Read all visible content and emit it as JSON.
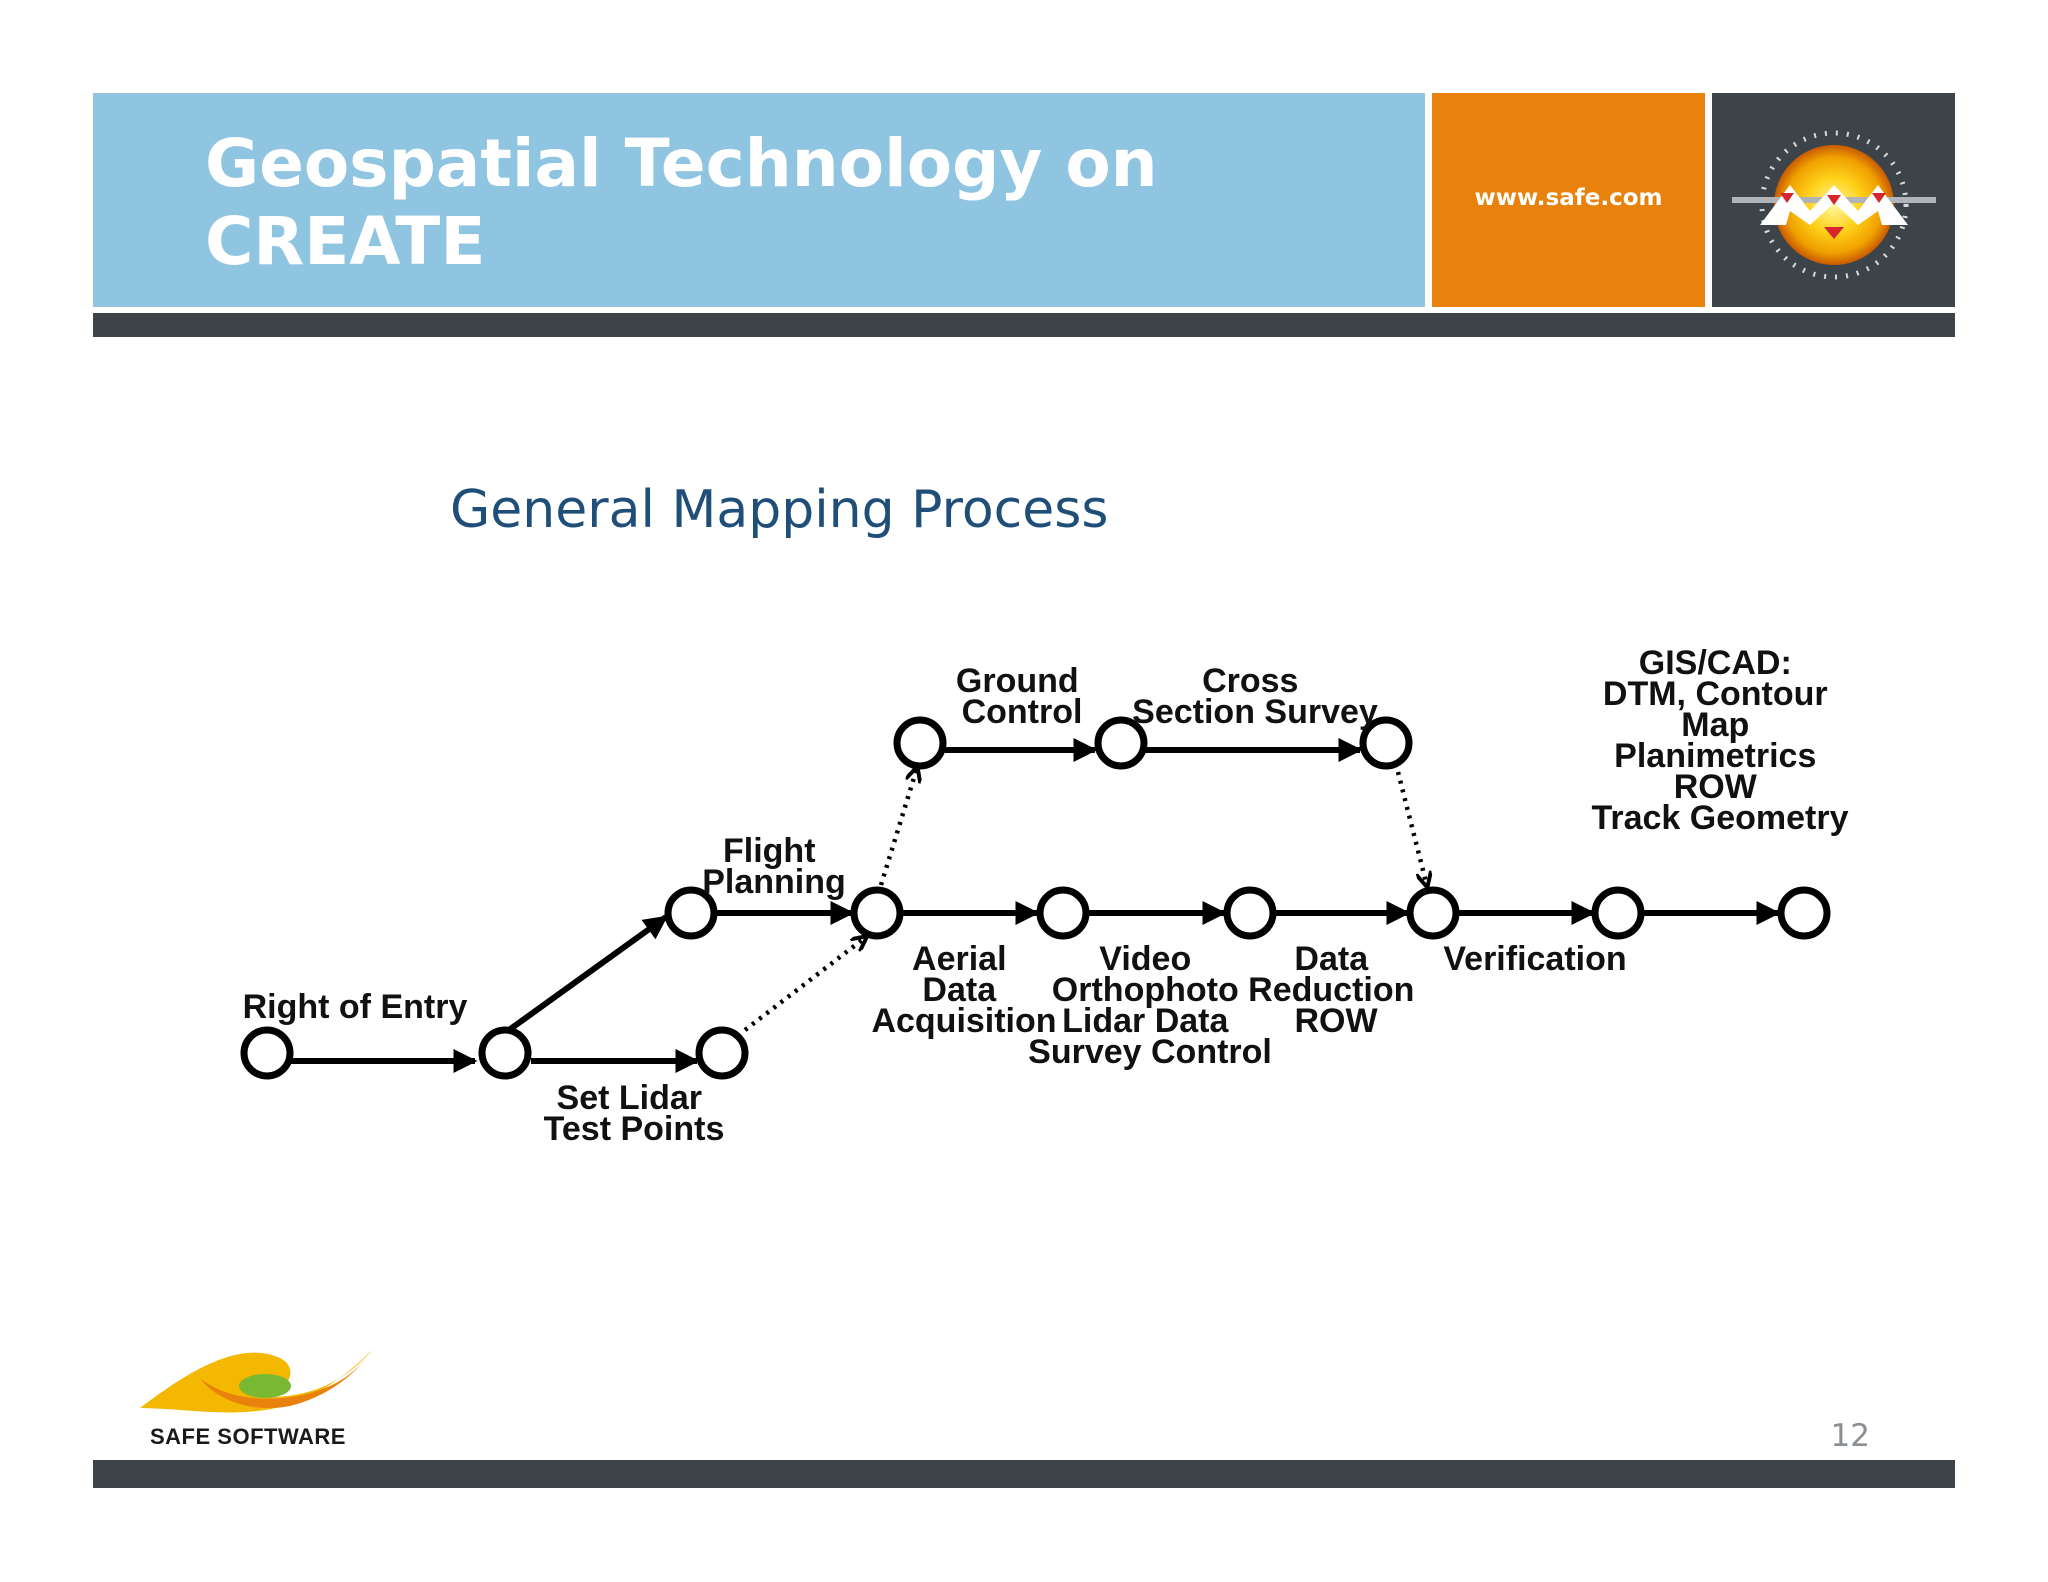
{
  "header": {
    "title": "Geospatial Technology on\nCREATE",
    "url": "www.safe.com",
    "logo_icon": "fme-logo-icon"
  },
  "slide": {
    "subtitle": "General Mapping Process",
    "page_number": "12"
  },
  "footer": {
    "company": "SAFE SOFTWARE",
    "logo_icon": "safe-software-swoosh-icon"
  },
  "diagram": {
    "labels": {
      "right_of_entry": [
        "Right of Entry"
      ],
      "set_lidar": [
        "Set Lidar",
        "Test Points"
      ],
      "flight_planning": [
        "Flight",
        "Planning"
      ],
      "ground_control": [
        "Ground",
        "Control"
      ],
      "cross_section": [
        "Cross",
        "Section Survey"
      ],
      "aerial": [
        "Aerial",
        "Data",
        "Acquisition"
      ],
      "video": [
        "Video",
        "Orthophoto",
        "Lidar Data",
        "Survey Control"
      ],
      "data_reduction": [
        "Data",
        "Reduction",
        "ROW"
      ],
      "verification": [
        "Verification"
      ],
      "gis_cad": [
        "GIS/CAD:",
        "DTM, Contour",
        "Map",
        "Planimetrics",
        "ROW",
        "Track Geometry"
      ]
    }
  },
  "colors": {
    "header_blue": "#90c5e2",
    "header_orange": "#e8820c",
    "header_dark": "#3c444a",
    "subtitle_blue": "#1f4e79"
  }
}
